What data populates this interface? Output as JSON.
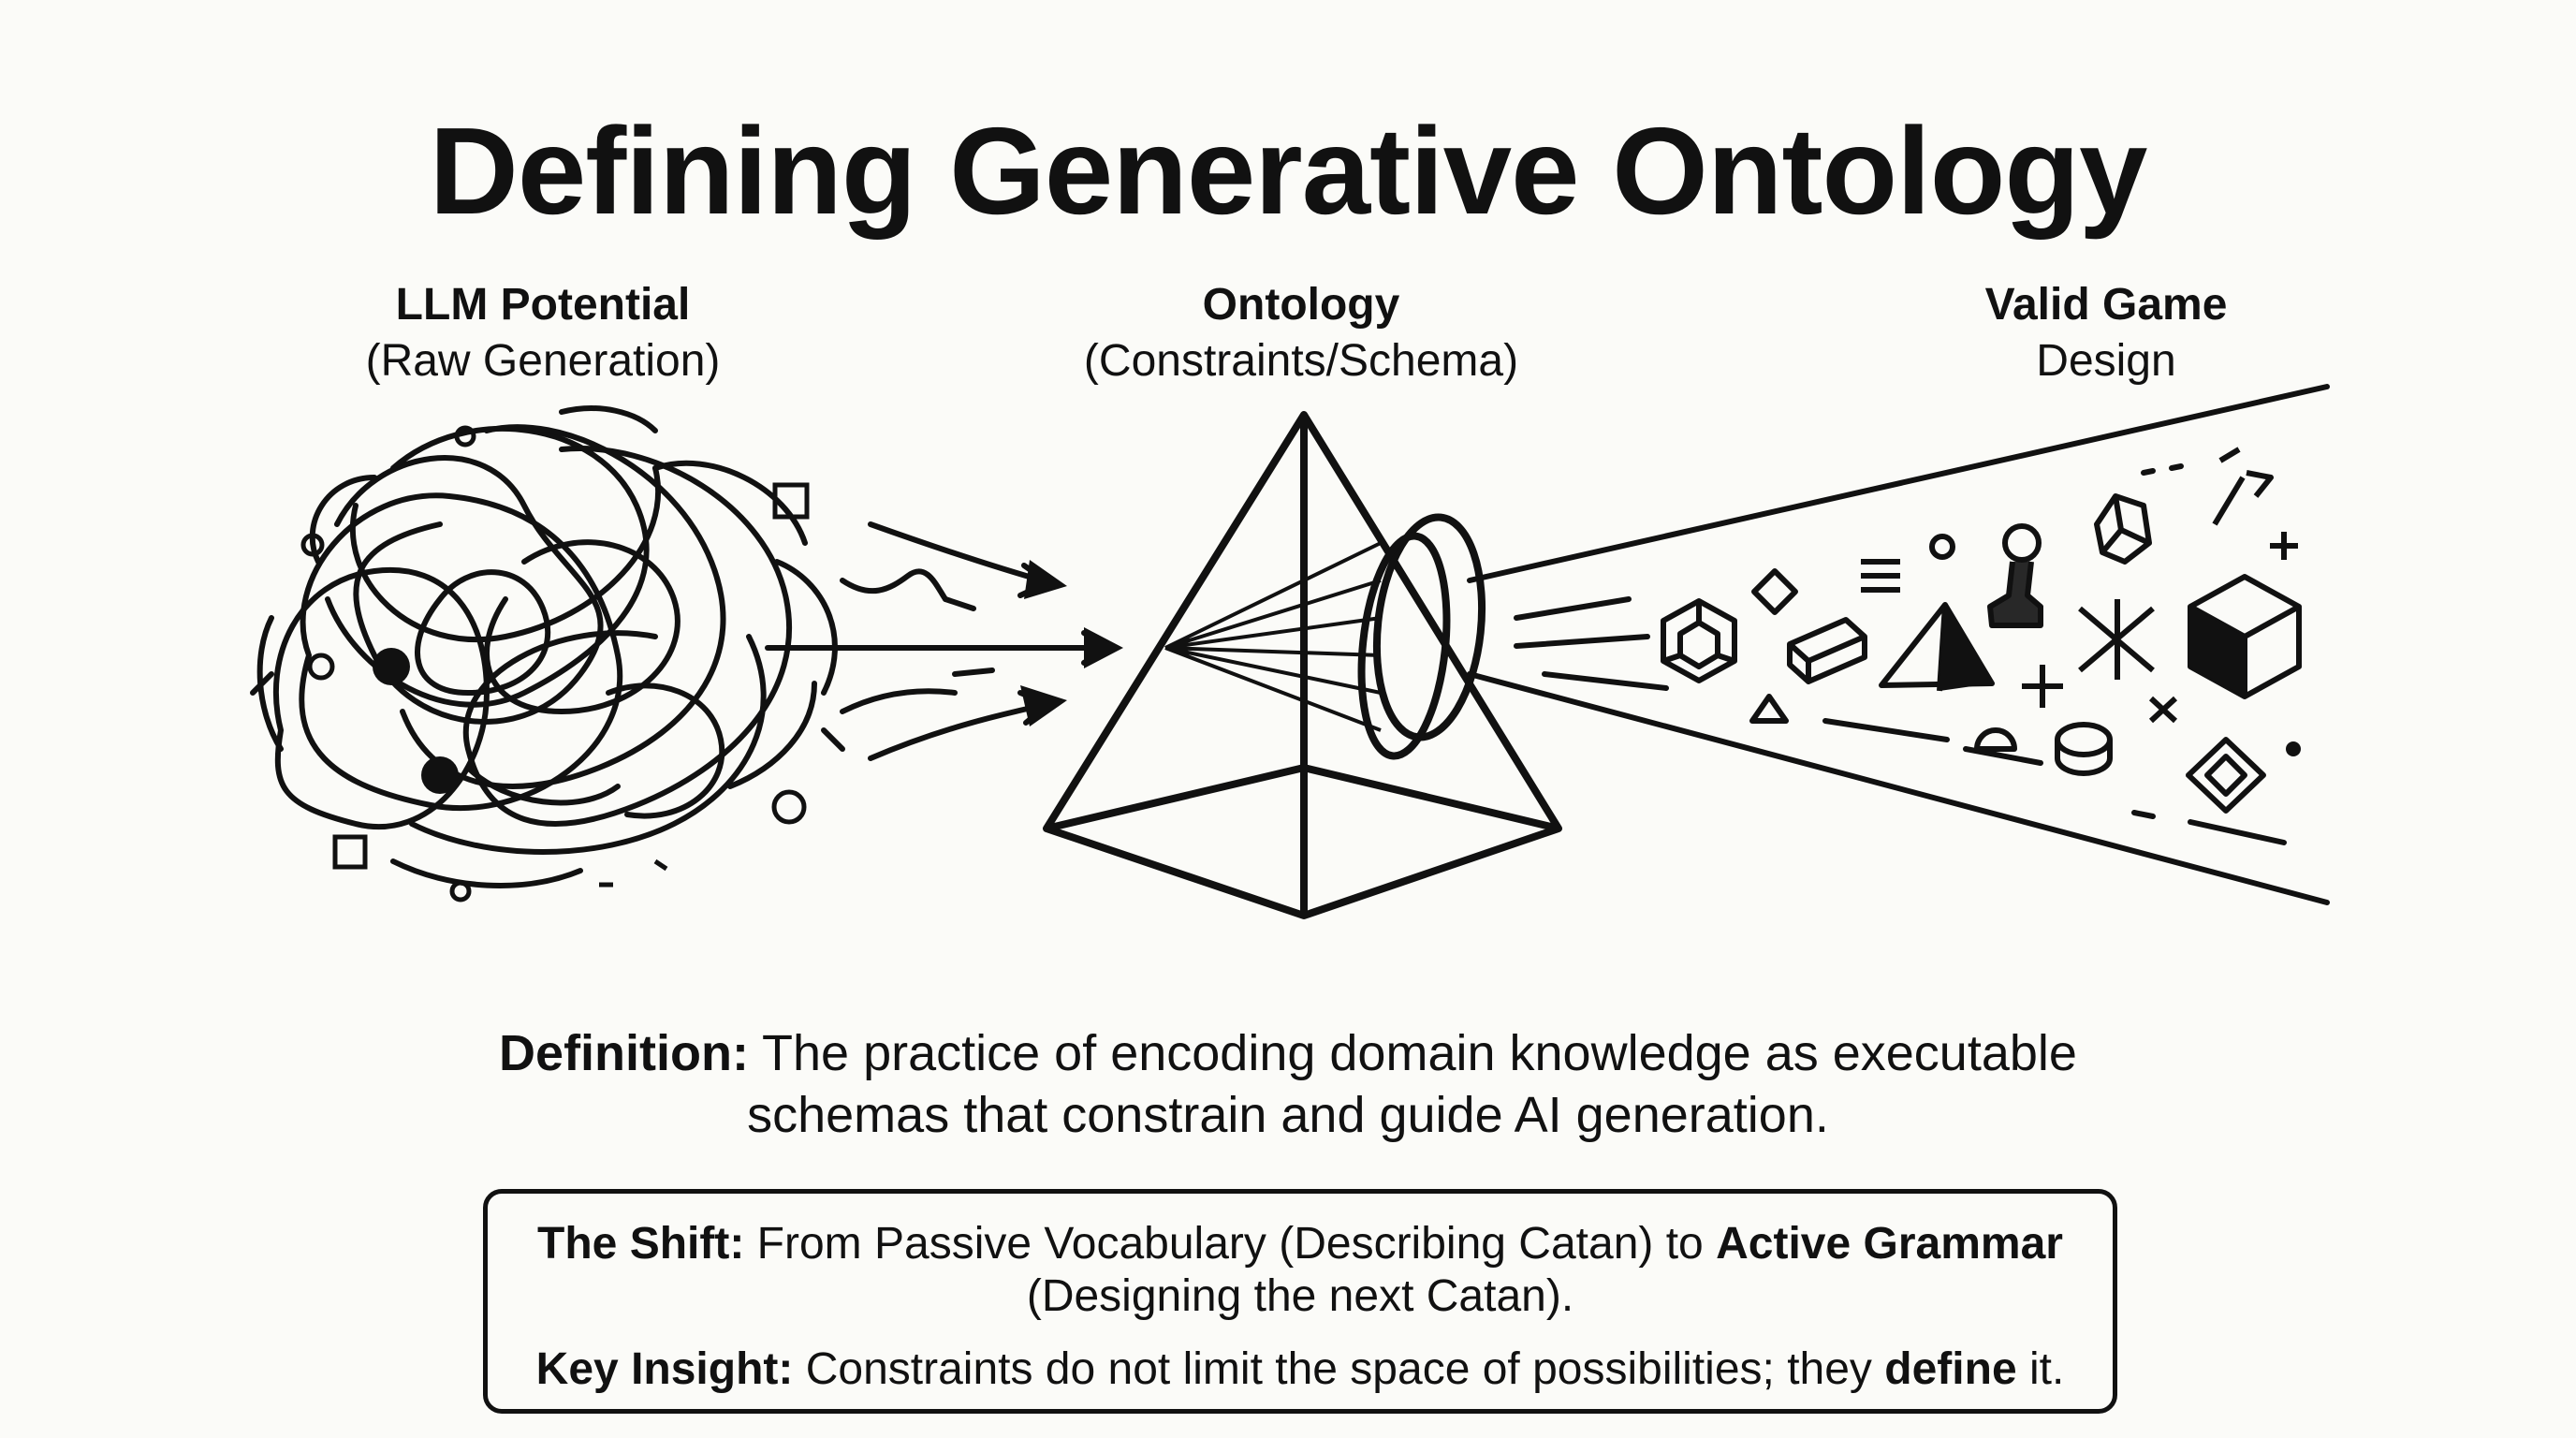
{
  "title": "Defining Generative Ontology",
  "columns": {
    "left": {
      "heading": "LLM Potential",
      "sub": "(Raw Generation)"
    },
    "middle": {
      "heading": "Ontology",
      "sub": "(Constraints/Schema)"
    },
    "right": {
      "heading": "Valid Game",
      "sub": "Design"
    }
  },
  "definition": {
    "label": "Definition:",
    "line1": "The practice of encoding domain knowledge as executable",
    "line2": "schemas that constrain and guide AI generation."
  },
  "box": {
    "shift_label": "The Shift:",
    "shift_text": "From Passive Vocabulary (Describing Catan) to",
    "shift_bold": "Active Grammar",
    "shift_line2": "(Designing the next Catan).",
    "insight_label": "Key Insight:",
    "insight_text": "Constraints do not limit the space of possibilities; they",
    "insight_bold": "define",
    "insight_end": "it."
  },
  "colors": {
    "ink": "#111111",
    "background": "#fbfbf8"
  }
}
